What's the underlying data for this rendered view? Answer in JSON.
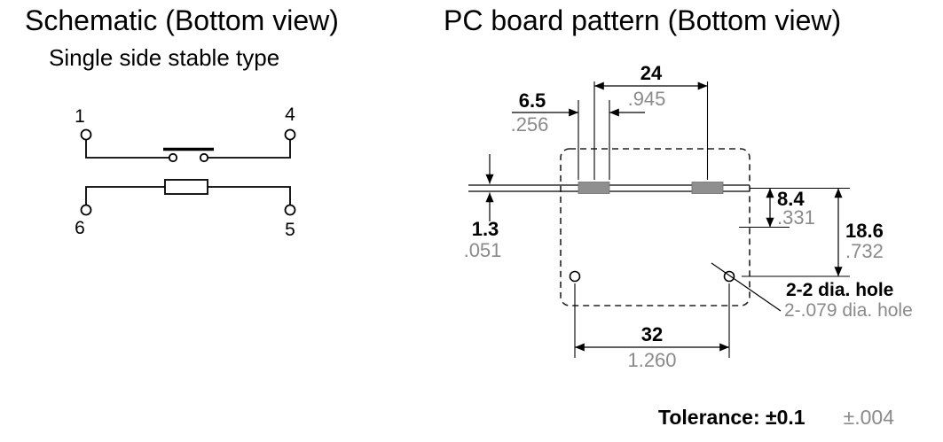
{
  "colors": {
    "ink": "#000000",
    "inch_gray": "#8a8a8a",
    "pad_gray": "#8f8f8f"
  },
  "schematic": {
    "title": "Schematic (Bottom view)",
    "subtitle": "Single side stable type",
    "pin_top_left": "1",
    "pin_top_right": "4",
    "pin_bottom_left": "6",
    "pin_bottom_right": "5"
  },
  "board": {
    "title": "PC board pattern (Bottom view)",
    "dim24": {
      "mm": "24",
      "inch": ".945"
    },
    "dim65": {
      "mm": "6.5",
      "inch": ".256"
    },
    "dim84": {
      "mm": "8.4",
      "inch": ".331"
    },
    "dim186": {
      "mm": "18.6",
      "inch": ".732"
    },
    "dim13": {
      "mm": "1.3",
      "inch": ".051"
    },
    "dim32": {
      "mm": "32",
      "inch": "1.260"
    },
    "hole_mm": "2-2 dia. hole",
    "hole_inch": "2-.079 dia. hole"
  },
  "footer": {
    "tolerance_mm": "Tolerance: ±0.1",
    "tolerance_inch": "±.004"
  }
}
